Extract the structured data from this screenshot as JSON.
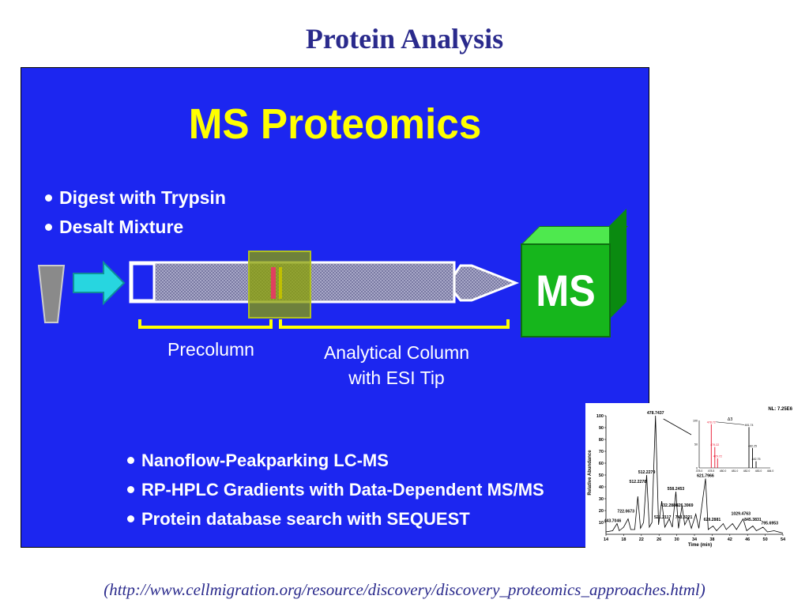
{
  "page": {
    "title": "Protein Analysis",
    "source": "(http://www.cellmigration.org/resource/discovery/discovery_proteomics_approaches.html)"
  },
  "slide": {
    "title": "MS Proteomics",
    "top_bullets": [
      "Digest with Trypsin",
      "Desalt Mixture"
    ],
    "precolumn_label": "Precolumn",
    "column_label_line1": "Analytical Column",
    "column_label_line2": "with ESI Tip",
    "ms_label": "MS",
    "bottom_bullets": [
      "Nanoflow-Peakparking LC-MS",
      "RP-HPLC Gradients with Data-Dependent MS/MS",
      "Protein database search with SEQUEST"
    ],
    "colors": {
      "background": "#1c26f0",
      "title": "#ffff00",
      "ms_box": "#16b61c",
      "precolumn": "#8aa000",
      "arrow": "#27d6e0",
      "brackets": "#ffff00"
    }
  },
  "chart_data": {
    "type": "line",
    "nl_label": "NL: 7.25E6",
    "xlabel": "Time (min)",
    "ylabel": "Relative Abundance",
    "xlim": [
      14,
      54
    ],
    "ylim": [
      0,
      100
    ],
    "x_ticks": [
      "14",
      "18",
      "22",
      "26",
      "30",
      "34",
      "38",
      "42",
      "46",
      "50",
      "54"
    ],
    "y_ticks": [
      "10",
      "20",
      "30",
      "40",
      "50",
      "60",
      "70",
      "80",
      "90",
      "100"
    ],
    "points": [
      [
        14,
        2
      ],
      [
        15.5,
        3
      ],
      [
        16.5,
        9
      ],
      [
        17,
        3
      ],
      [
        18,
        6
      ],
      [
        19,
        13
      ],
      [
        19.6,
        4
      ],
      [
        20.5,
        4
      ],
      [
        21.2,
        32
      ],
      [
        21.8,
        5
      ],
      [
        22.5,
        10
      ],
      [
        23.2,
        50
      ],
      [
        23.8,
        6
      ],
      [
        24.4,
        10
      ],
      [
        25.2,
        100
      ],
      [
        25.9,
        8
      ],
      [
        26.6,
        28
      ],
      [
        27.3,
        6
      ],
      [
        28.3,
        13
      ],
      [
        29,
        6
      ],
      [
        29.8,
        36
      ],
      [
        30.4,
        5
      ],
      [
        31.2,
        24
      ],
      [
        31.8,
        8
      ],
      [
        32.6,
        14
      ],
      [
        33.3,
        5
      ],
      [
        34.3,
        17
      ],
      [
        35,
        5
      ],
      [
        36.5,
        47
      ],
      [
        37.1,
        4
      ],
      [
        38.2,
        7
      ],
      [
        39,
        3
      ],
      [
        40.5,
        9
      ],
      [
        41.2,
        4
      ],
      [
        42.6,
        9
      ],
      [
        43.5,
        4
      ],
      [
        45,
        13
      ],
      [
        45.8,
        3
      ],
      [
        47.2,
        7
      ],
      [
        48,
        3
      ],
      [
        49.5,
        6
      ],
      [
        50.5,
        2
      ],
      [
        52,
        3
      ],
      [
        54,
        1
      ]
    ],
    "peak_labels": [
      {
        "text": "478.7437",
        "x": 25.2,
        "y": 100
      },
      {
        "text": "512.2279",
        "x": 23.2,
        "y": 50
      },
      {
        "text": "512.2278",
        "x": 21.2,
        "y": 42
      },
      {
        "text": "558.2453",
        "x": 29.8,
        "y": 36
      },
      {
        "text": "621.7966",
        "x": 36.5,
        "y": 47
      },
      {
        "text": "432.2886",
        "x": 28.3,
        "y": 22
      },
      {
        "text": "826.3969",
        "x": 31.8,
        "y": 22
      },
      {
        "text": "722.0673",
        "x": 18.5,
        "y": 17
      },
      {
        "text": "443.7046",
        "x": 15.5,
        "y": 9
      },
      {
        "text": "521.2117",
        "x": 26.8,
        "y": 12
      },
      {
        "text": "743.3221",
        "x": 31.6,
        "y": 12
      },
      {
        "text": "629.2881",
        "x": 38.0,
        "y": 10
      },
      {
        "text": "1029.4763",
        "x": 44.5,
        "y": 15
      },
      {
        "text": "845.3831",
        "x": 47.2,
        "y": 10
      },
      {
        "text": "795.6953",
        "x": 51.0,
        "y": 7
      }
    ],
    "inset": {
      "xlim": [
        478,
        484
      ],
      "ylim": [
        0,
        100
      ],
      "x_ticks": [
        "478.0",
        "478.5",
        "480.0",
        "481.0",
        "482.0",
        "483.0",
        "484.0"
      ],
      "y_ticks": [
        "0",
        "50",
        "100"
      ],
      "sticks": [
        {
          "x": 479.02,
          "y": 92,
          "label": "478.72",
          "color": "#e8102a"
        },
        {
          "x": 479.32,
          "y": 44,
          "label": "479.22",
          "color": "#e8102a"
        },
        {
          "x": 479.55,
          "y": 20,
          "label": "479.72",
          "color": "#e8102a"
        },
        {
          "x": 482.2,
          "y": 86,
          "label": "481.74",
          "color": "#000000"
        },
        {
          "x": 482.5,
          "y": 42,
          "label": "482.25",
          "color": "#000000"
        },
        {
          "x": 482.8,
          "y": 14,
          "label": "482.75",
          "color": "#000000"
        }
      ],
      "annotation": "Δ3"
    }
  }
}
